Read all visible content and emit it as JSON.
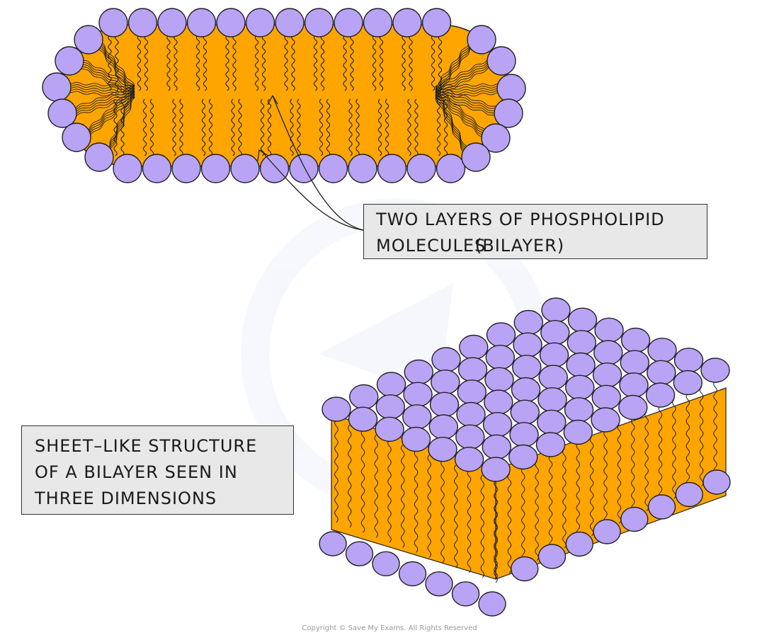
{
  "labels": {
    "bilayer": {
      "line1": [
        "TWO",
        "LAYERS",
        "OF",
        "PHOSPHOLIPID"
      ],
      "line2": [
        "MOLECULES",
        "(BILAYER)"
      ]
    },
    "sheet": {
      "line1": [
        "SHEET–LIKE",
        "STRUCTURE"
      ],
      "line2": [
        "OF",
        "A",
        "BILAYER",
        "SEEN",
        "IN"
      ],
      "line3": [
        "THREE",
        "DIMENSIONS"
      ]
    }
  },
  "copyright": "Copyright © Save My Exams. All Rights Reserved",
  "colors": {
    "head_fill": "#b9a3f5",
    "tail_fill": "#ffa500",
    "outline": "#222222",
    "label_bg": "#e8e8e8"
  }
}
